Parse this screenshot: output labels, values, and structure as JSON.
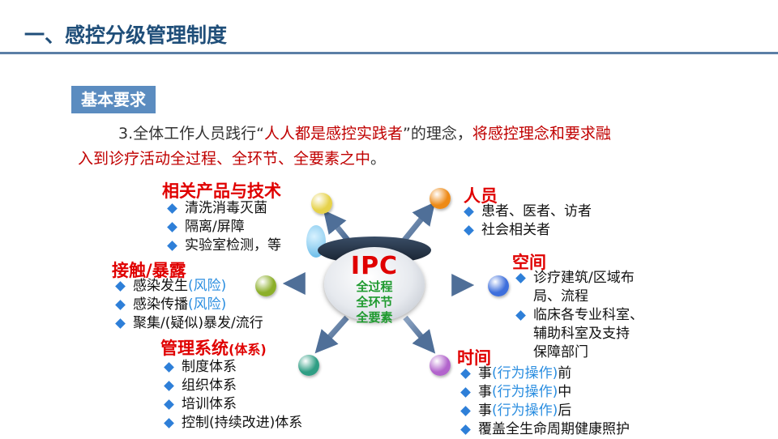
{
  "header": {
    "title": "一、感控分级管理制度"
  },
  "section": {
    "badge": "基本要求",
    "paragraph": {
      "line1_plain": "3.全体工作人员践行“",
      "line1_red": "人人都是感控实践者",
      "line1_plain2": "”的理念，",
      "line1_red2": "将感控理念和要求融",
      "line2_red": "入到诊疗活动全过程、全环节、全要素之中",
      "line2_end": "。"
    }
  },
  "hub": {
    "title": "IPC",
    "lines": [
      "全过程",
      "全环节",
      "全要素"
    ]
  },
  "nodes": {
    "products": {
      "title": "相关产品与技术",
      "items": [
        "清洗消毒灭菌",
        "隔离/屏障",
        "实验室检测，等"
      ],
      "dot_color": "#e6d24a"
    },
    "people": {
      "title": "人员",
      "items": [
        "患者、医者、访者",
        "社会相关者"
      ],
      "dot_color": "#ee8a16"
    },
    "contact": {
      "title": "接触/暴露",
      "items": [
        {
          "text": "感染发生",
          "note": "(风险)"
        },
        {
          "text": "感染传播",
          "note": "(风险)"
        },
        {
          "text": "聚集/(疑似)暴发/流行",
          "note": ""
        }
      ],
      "dot_color": "#8caf2a"
    },
    "space": {
      "title": "空间",
      "items": [
        {
          "line1": "诊疗建筑/区域布",
          "line2": "局、流程"
        },
        {
          "line1": "临床各专业科室、",
          "line2": "辅助科室及支持",
          "line3": "保障部门"
        }
      ],
      "dot_color": "#3e6fdc"
    },
    "management": {
      "title": "管理系统",
      "title_small": "(体系)",
      "items": [
        "制度体系",
        "组织体系",
        "培训体系",
        "控制(持续改进)体系"
      ],
      "dot_color": "#2f9e84"
    },
    "time": {
      "title": "时间",
      "items": [
        {
          "pre": "事",
          "note": "(行为操作)",
          "post": "前"
        },
        {
          "pre": "事",
          "note": "(行为操作)",
          "post": "中"
        },
        {
          "pre": "事",
          "note": "(行为操作)",
          "post": "后"
        },
        {
          "pre": "覆盖全生命周期健康照护",
          "note": "",
          "post": ""
        }
      ],
      "dot_color": "#b264cc"
    }
  }
}
